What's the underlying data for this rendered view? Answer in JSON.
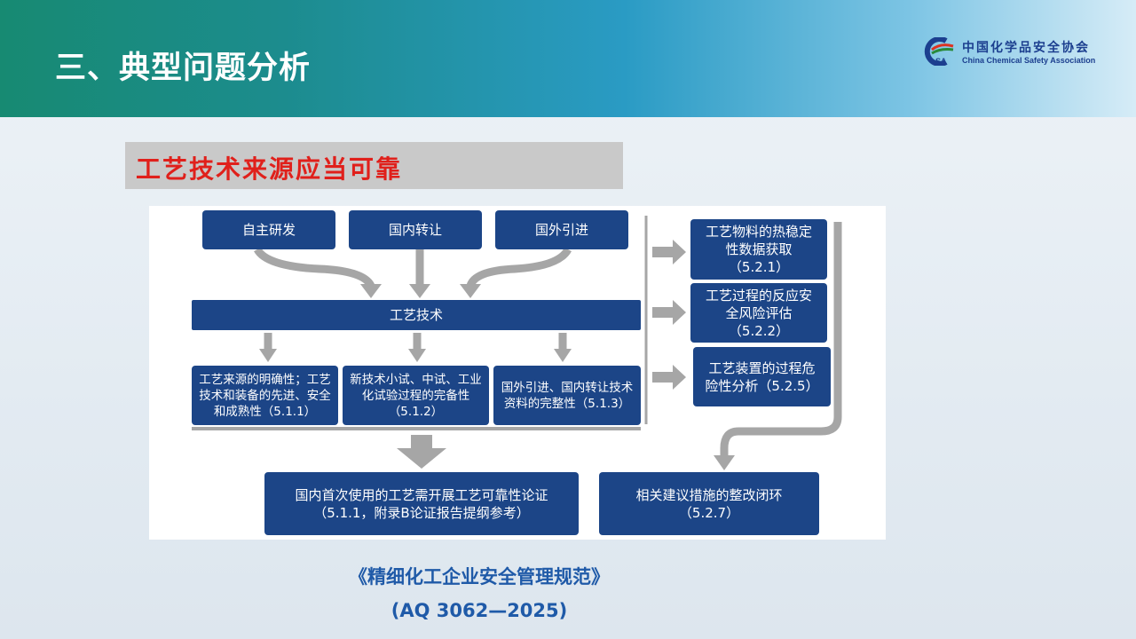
{
  "header": {
    "title": "三、典型问题分析",
    "logo_cn": "中国化学品安全协会",
    "logo_en": "China Chemical Safety Association",
    "logo_mark": "CSA"
  },
  "section_title": "工艺技术来源应当可靠",
  "diagram": {
    "sources": [
      "自主研发",
      "国内转让",
      "国外引进"
    ],
    "center": "工艺技术",
    "requirements": [
      "工艺来源的明确性；工艺技术和装备的先进、安全和成熟性（5.1.1）",
      "新技术小试、中试、工业化试验过程的完备性（5.1.2）",
      "国外引进、国内转让技术资料的完整性（5.1.3）"
    ],
    "result": "国内首次使用的工艺需开展工艺可靠性论证（5.1.1，附录B论证报告提纲参考）",
    "right_items": [
      "工艺物料的热稳定性数据获取（5.2.1）",
      "工艺过程的反应安全风险评估（5.2.2）",
      "工艺装置的过程危险性分析（5.2.5）"
    ],
    "closure": "相关建议措施的整改闭环（5.2.7）"
  },
  "citation": {
    "line1": "《精细化工企业安全管理规范》",
    "line2": "(AQ 3062—2025)"
  }
}
